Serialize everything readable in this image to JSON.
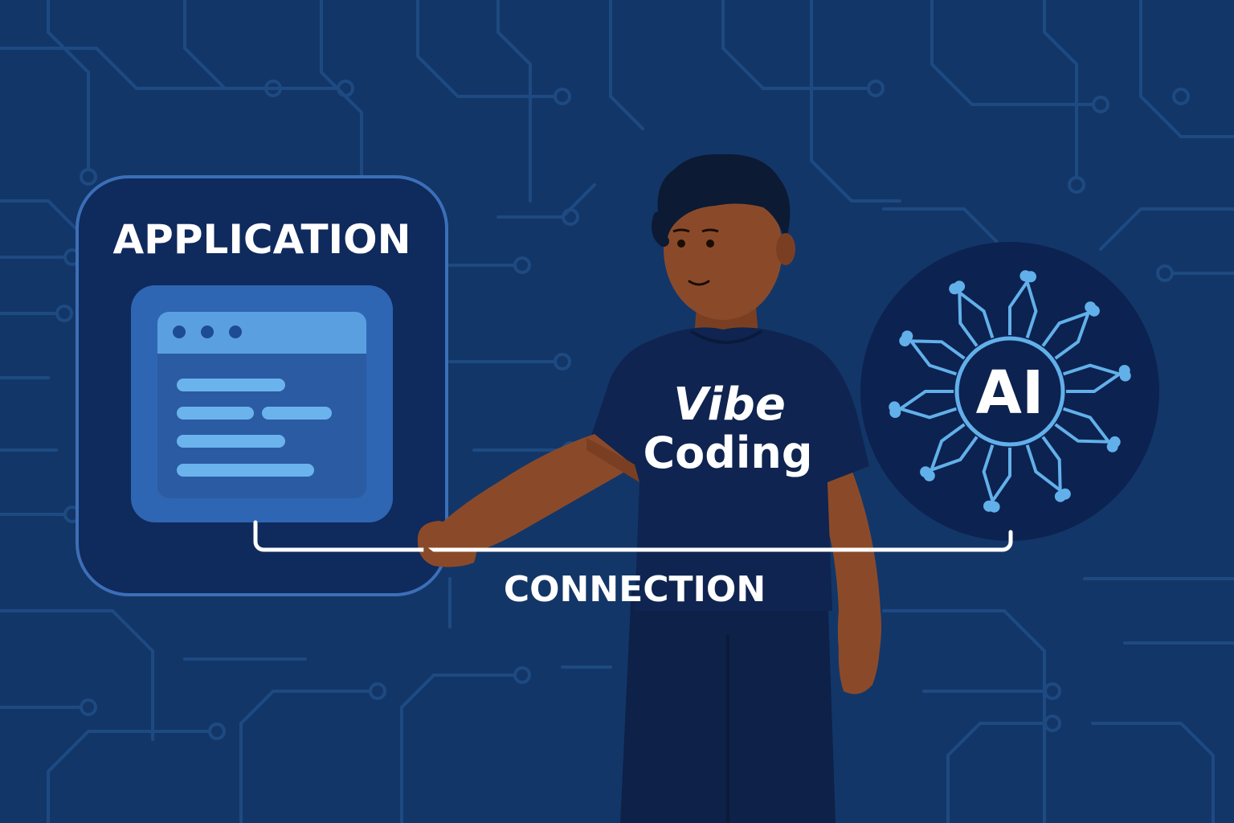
{
  "colors": {
    "background": "#133668",
    "circuit_trace": "#1e4a82",
    "panel_fill": "#0f2a5c",
    "panel_stroke": "#3b6fb8",
    "window_outer": "#2f66b3",
    "window_inner": "#2a5ba3",
    "window_titlebar": "#5aa0e0",
    "window_lines": "#6bb3ec",
    "ai_circle": "#0c2250",
    "ai_node": "#62b0ea",
    "text": "#ffffff",
    "skin": "#8a4a2a",
    "hair": "#0c1a33",
    "shirt": "#0f2450",
    "pants": "#0e2148",
    "connector": "#ffffff"
  },
  "labels": {
    "application": "APPLICATION",
    "connection": "CONNECTION",
    "ai": "AI",
    "shirt_line1": "Vibe",
    "shirt_line2": "Coding"
  }
}
